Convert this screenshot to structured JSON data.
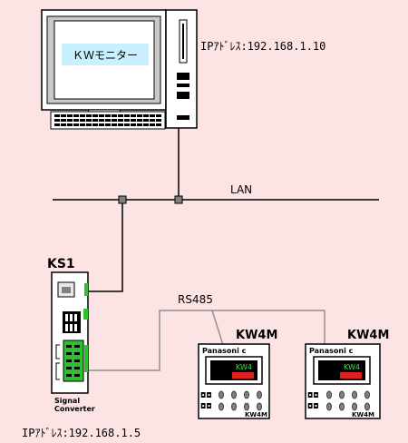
{
  "pc": {
    "screen_text": "ＫＷモニター",
    "ip_label": "IPｱﾄﾞﾚｽ:192.168.1.10"
  },
  "network": {
    "lan_label": "LAN",
    "rs485_label": "RS485"
  },
  "converter": {
    "name": "KS1",
    "caption_line1": "Signal",
    "caption_line2": "Converter",
    "ip_label": "IPｱﾄﾞﾚｽ:192.168.1.5"
  },
  "meters": [
    {
      "name": "KW4M",
      "brand": "Panasoni c",
      "display": "KW4",
      "model": "KW4M"
    },
    {
      "name": "KW4M",
      "brand": "Panasoni c",
      "display": "KW4",
      "model": "KW4M"
    }
  ],
  "colors": {
    "background": "#fde4e4",
    "screen": "#c8f0ff",
    "lan_line": "#000000",
    "rs485_line": "#909090",
    "terminal_green": "#2ec02e",
    "display_green": "#35e835",
    "display_red": "#e02020"
  }
}
